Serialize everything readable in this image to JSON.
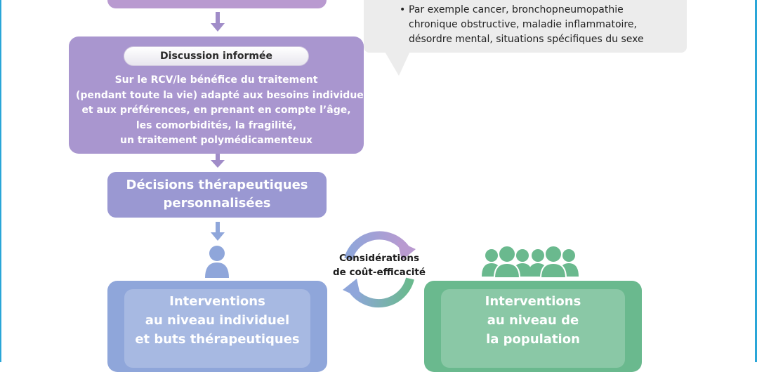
{
  "callout": {
    "bullet_char": "•",
    "lines": [
      "Par exemple cancer, bronchopneumopathie",
      "chronique obstructive, maladie inflammatoire,",
      "désordre mental, situations spécifiques du sexe"
    ]
  },
  "discussion": {
    "title": "Discussion informée",
    "lines": [
      "Sur le RCV/le bénéfice du traitement",
      "(pendant toute la vie) adapté aux besoins individuels",
      "et aux préférences, en prenant en compte l’âge,",
      "les comorbidités, la fragilité,",
      "un traitement polymédicamenteux"
    ]
  },
  "decisions": {
    "lines": [
      "Décisions thérapeutiques",
      "personnalisées"
    ]
  },
  "cost": {
    "lines": [
      "Considérations",
      "de coût-efficacité"
    ]
  },
  "individual": {
    "lines": [
      "Interventions",
      "au niveau individuel",
      "et buts thérapeutiques"
    ]
  },
  "population": {
    "lines": [
      "Interventions",
      "au niveau de",
      "la population"
    ]
  },
  "colors": {
    "purple_light": "#b99ad0",
    "purple": "#a996cf",
    "lavender": "#9a98d2",
    "blue": "#8fa6da",
    "green": "#6ab98e",
    "arrow": "#a08cc8"
  }
}
